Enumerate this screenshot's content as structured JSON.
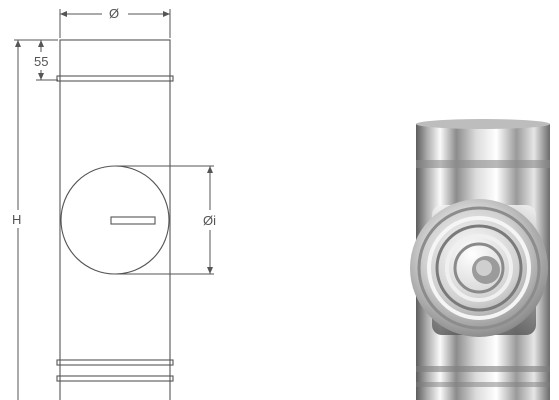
{
  "drawing": {
    "labels": {
      "diameter": "Ø",
      "spacing": "55",
      "height": "H",
      "inner_diameter": "Øi"
    },
    "line_color": "#555555"
  },
  "photo": {
    "description_colors": {
      "steel_light": "#f4f4f4",
      "steel_mid": "#c9c9c9",
      "steel_dark": "#7a7a7a"
    }
  }
}
